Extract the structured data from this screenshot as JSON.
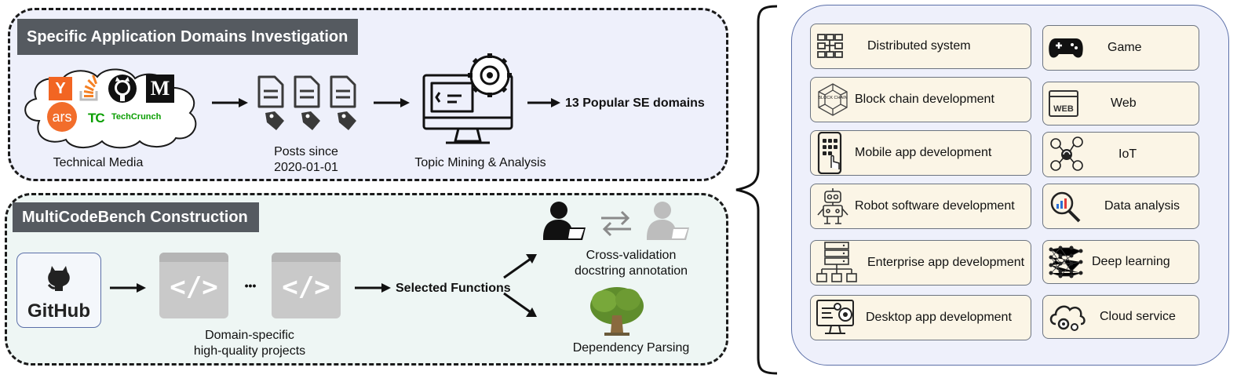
{
  "investigation": {
    "title": "Specific Application Domains Investigation",
    "media_label": "Technical Media",
    "posts_label_line1": "Posts since",
    "posts_label_line2": "2020-01-01",
    "topic_label": "Topic Mining & Analysis",
    "result_label": "13 Popular SE domains",
    "media_logos": {
      "ycombinator": "Y",
      "ars": "ars",
      "medium": "M",
      "techcrunch_mark": "TC",
      "techcrunch": "TechCrunch"
    }
  },
  "construction": {
    "title": "MultiCodeBench Construction",
    "github_label": "GitHub",
    "ellipsis": "•••",
    "projects_line1": "Domain-specific",
    "projects_line2": "high-quality projects",
    "selected_label": "Selected Functions",
    "cross_line1": "Cross-validation",
    "cross_line2": "docstring annotation",
    "dependency_label": "Dependency Parsing",
    "code_glyph": "</>"
  },
  "domains": [
    {
      "label": "Distributed system",
      "icon": "distributed-system-icon"
    },
    {
      "label": "Game",
      "icon": "gamepad-icon"
    },
    {
      "label": "Block chain development",
      "icon": "blockchain-icon",
      "icon_text": "BLOCK CHAIN"
    },
    {
      "label": "Web",
      "icon": "web-icon",
      "icon_text": "WEB"
    },
    {
      "label": "Mobile app development",
      "icon": "mobile-icon"
    },
    {
      "label": "IoT",
      "icon": "iot-icon"
    },
    {
      "label": "Robot software development",
      "icon": "robot-icon"
    },
    {
      "label": "Data analysis",
      "icon": "data-analysis-icon"
    },
    {
      "label": "Enterprise app development",
      "icon": "enterprise-icon"
    },
    {
      "label": "Deep learning",
      "icon": "deep-learning-icon"
    },
    {
      "label": "Desktop app development",
      "icon": "desktop-icon"
    },
    {
      "label": "Cloud service",
      "icon": "cloud-service-icon"
    }
  ]
}
